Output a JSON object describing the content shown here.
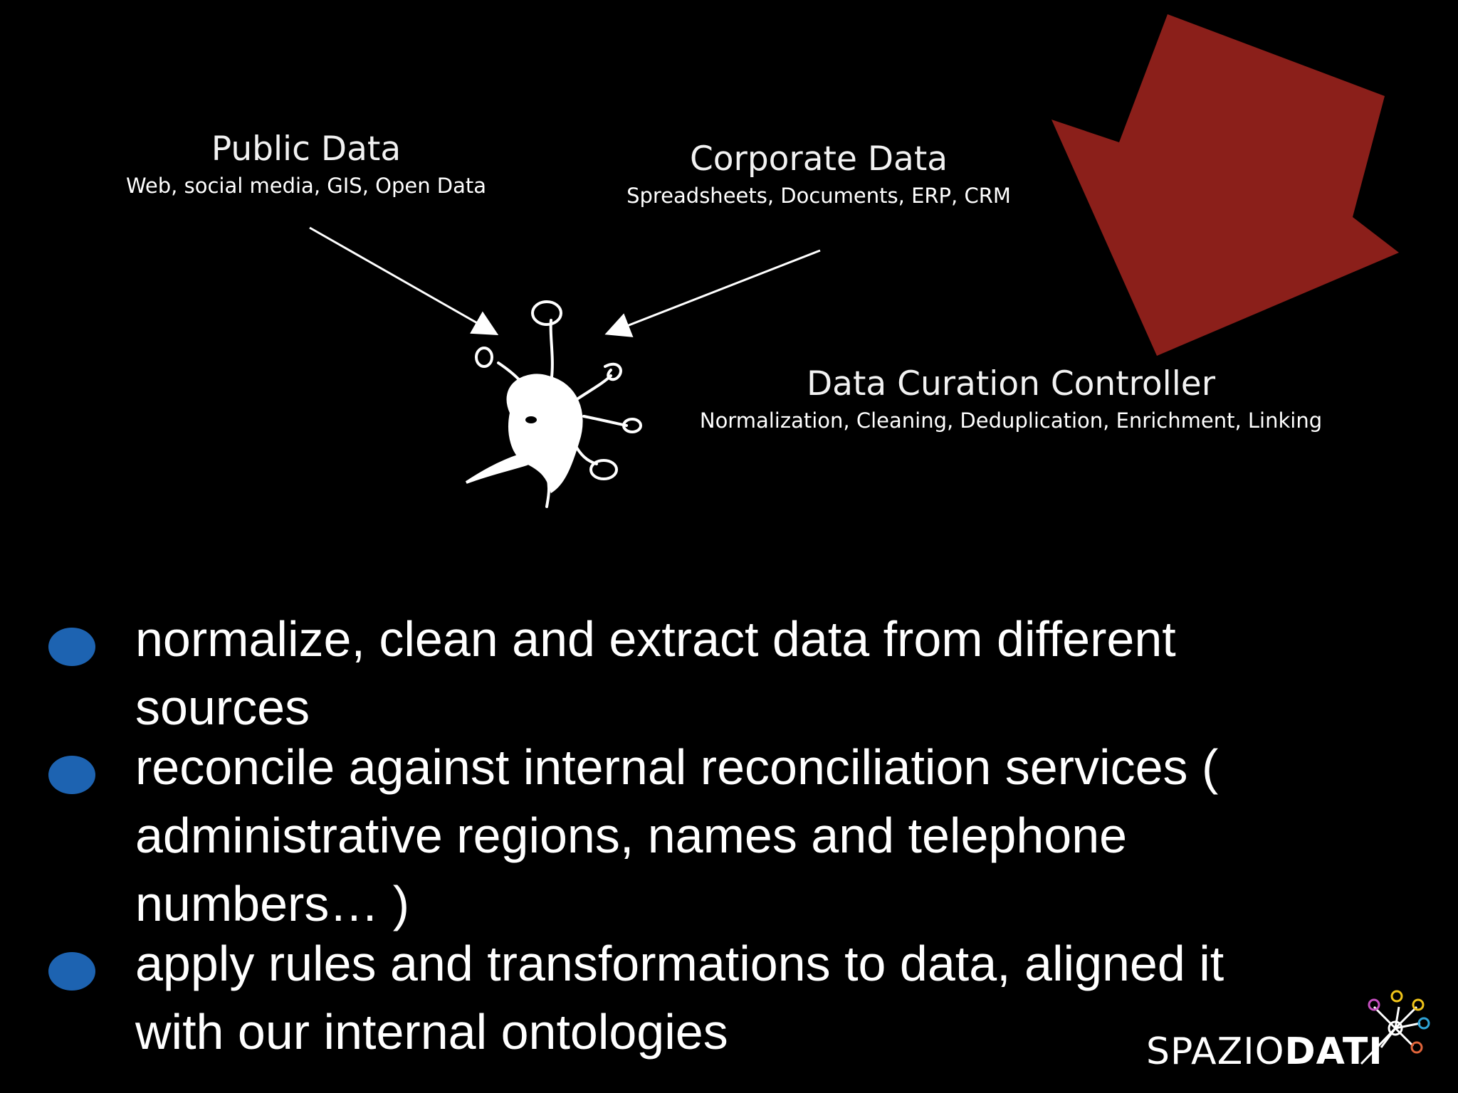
{
  "diagram": {
    "public_data": {
      "title": "Public Data",
      "subtitle": "Web, social media, GIS, Open Data"
    },
    "corporate_data": {
      "title": "Corporate Data",
      "subtitle": "Spreadsheets, Documents, ERP, CRM"
    },
    "controller": {
      "title": "Data Curation Controller",
      "subtitle": "Normalization, Cleaning, Deduplication, Enrichment, Linking"
    }
  },
  "bullets": [
    "normalize, clean and extract data from different sources",
    "reconcile against internal reconciliation services ( administrative regions, names and telephone numbers… )",
    "apply rules and transformations to data, aligned it with our internal ontologies"
  ],
  "logo": {
    "light": "SPAZIO",
    "bold": "DATI"
  },
  "colors": {
    "background": "#000000",
    "arrow": "#8b1f1a",
    "bullet": "#1d63b1"
  }
}
